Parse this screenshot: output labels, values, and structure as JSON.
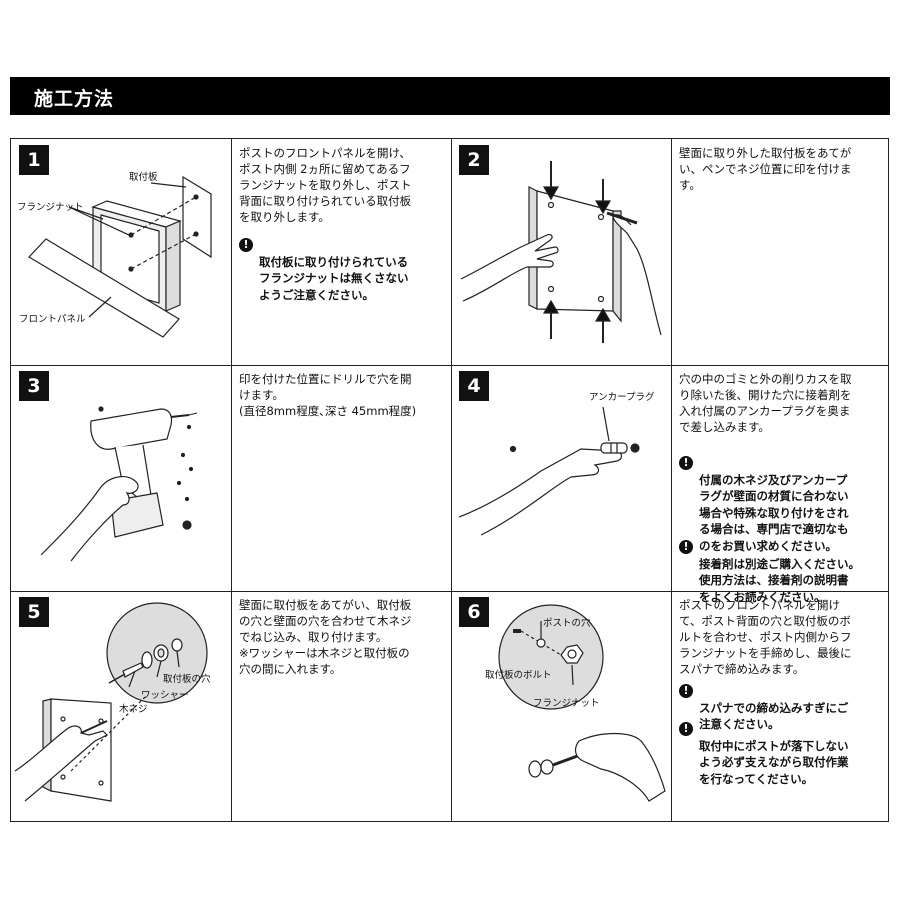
{
  "title": "施工方法",
  "steps": [
    {
      "number": "1",
      "text": "ポストのフロントパネルを開け、\nポスト内側 2ヵ所に留めてあるフ\nランジナットを取り外し、ポスト\n背面に取り付けられている取付板\nを取り外します。",
      "warnings": [
        "取付板に取り付けられている\nフランジナットは無くさない\nようご注意ください。"
      ],
      "labels": [
        "取付板",
        "フランジナット",
        "フロントパネル"
      ]
    },
    {
      "number": "2",
      "text": "壁面に取り外した取付板をあてが\nい、ペンでネジ位置に印を付けま\nす。",
      "warnings": [],
      "labels": []
    },
    {
      "number": "3",
      "text": "印を付けた位置にドリルで穴を開\nけます。\n(直径8mm程度､深さ 45mm程度)",
      "warnings": [],
      "labels": []
    },
    {
      "number": "4",
      "text": "穴の中のゴミと外の削りカスを取\nり除いた後、開けた穴に接着剤を\n入れ付属のアンカープラグを奥ま\nで差し込みます。",
      "warnings": [
        "付属の木ネジ及びアンカープ\nラグが壁面の材質に合わない\n場合や特殊な取り付けをされ\nる場合は、専門店で適切なも\nのをお買い求めください。",
        "接着剤は別途ご購入ください。\n使用方法は、接着剤の説明書\nをよくお読みください。"
      ],
      "labels": [
        "アンカープラグ"
      ]
    },
    {
      "number": "5",
      "text": "壁面に取付板をあてがい、取付板\nの穴と壁面の穴を合わせて木ネジ\nでねじ込み、取り付けます。\n※ワッシャーは木ネジと取付板の\n穴の間に入れます。",
      "warnings": [],
      "labels": [
        "取付板の穴",
        "ワッシャー",
        "木ネジ"
      ]
    },
    {
      "number": "6",
      "text": "ポストのフロントパネルを開け\nて、ポスト背面の穴と取付板のボ\nルトを合わせ、ポスト内側からフ\nランジナットを手締めし、最後に\nスパナで締め込みます。",
      "warnings": [
        "スパナでの締め込みすぎにご\n注意ください。",
        "取付中にポストが落下しない\nよう必ず支えながら取付作業\nを行なってください。"
      ],
      "labels": [
        "ポストの穴",
        "取付板のボルト",
        "フランジナット"
      ]
    }
  ]
}
